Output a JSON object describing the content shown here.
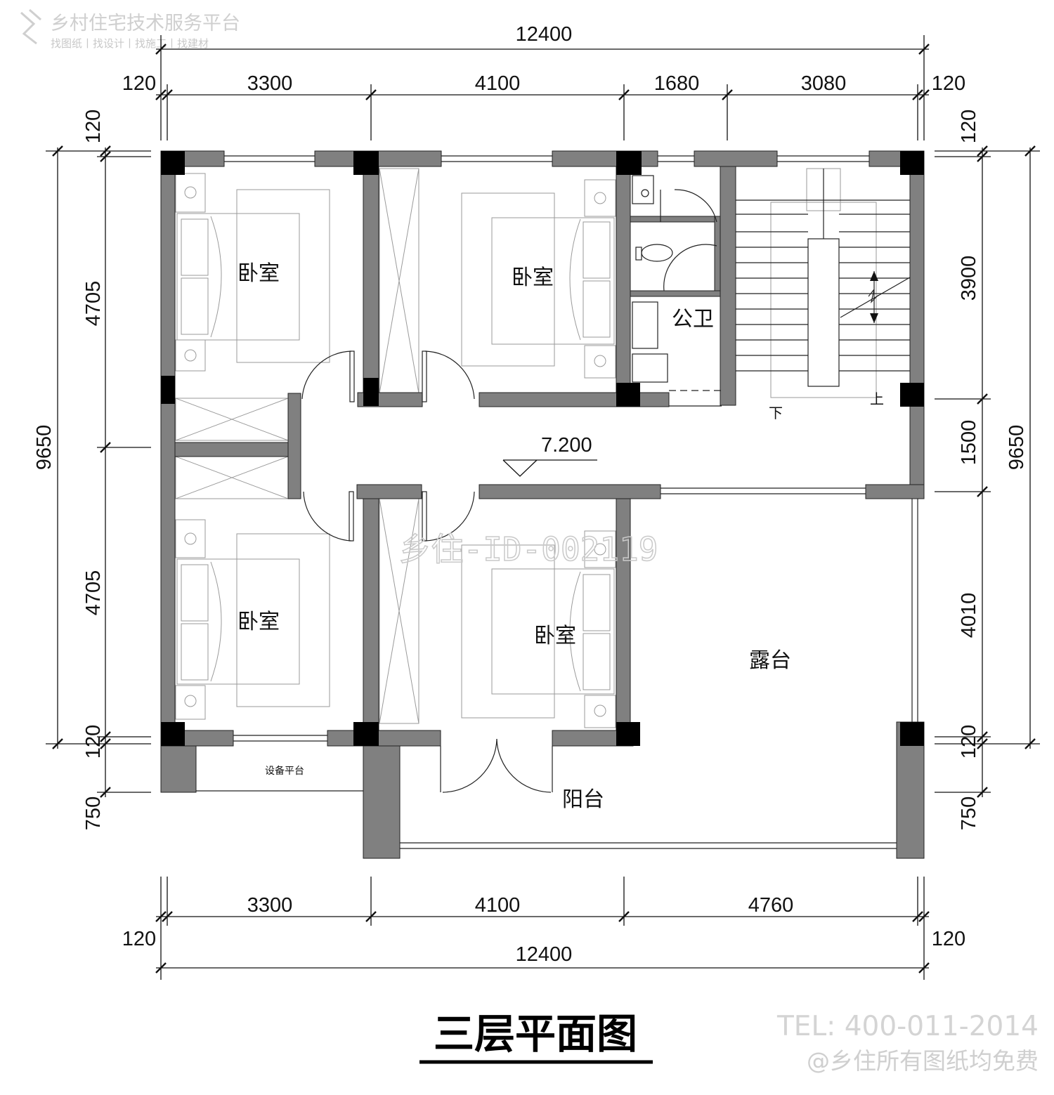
{
  "watermark": {
    "brand": "乡村住宅技术服务平台",
    "tagline": "找图纸丨找设计丨找施工丨找建材",
    "center_id": "乡住-ID-002119",
    "tel": "TEL: 400-011-2014",
    "free_note": "@乡住所有图纸均免费"
  },
  "plan_title": "三层平面图",
  "elevation": "7.200",
  "rooms": {
    "bedroom_nw": "卧室",
    "bedroom_n": "卧室",
    "bedroom_sw": "卧室",
    "bedroom_s": "卧室",
    "public_bath": "公卫",
    "terrace": "露台",
    "balcony": "阳台",
    "equipment_platform": "设备平台",
    "stair_down": "下",
    "stair_up": "上"
  },
  "dimensions": {
    "top_total": "12400",
    "top_segments": [
      "120",
      "3300",
      "4100",
      "1680",
      "3080",
      "120"
    ],
    "left_total": "9650",
    "left_segments": [
      "120",
      "4705",
      "4705",
      "120",
      "750"
    ],
    "right_total": "9650",
    "right_segments": [
      "120",
      "3900",
      "1500",
      "4010",
      "120",
      "750"
    ],
    "bottom_segments": [
      "120",
      "3300",
      "4100",
      "4760",
      "120"
    ],
    "bottom_total": "12400"
  }
}
